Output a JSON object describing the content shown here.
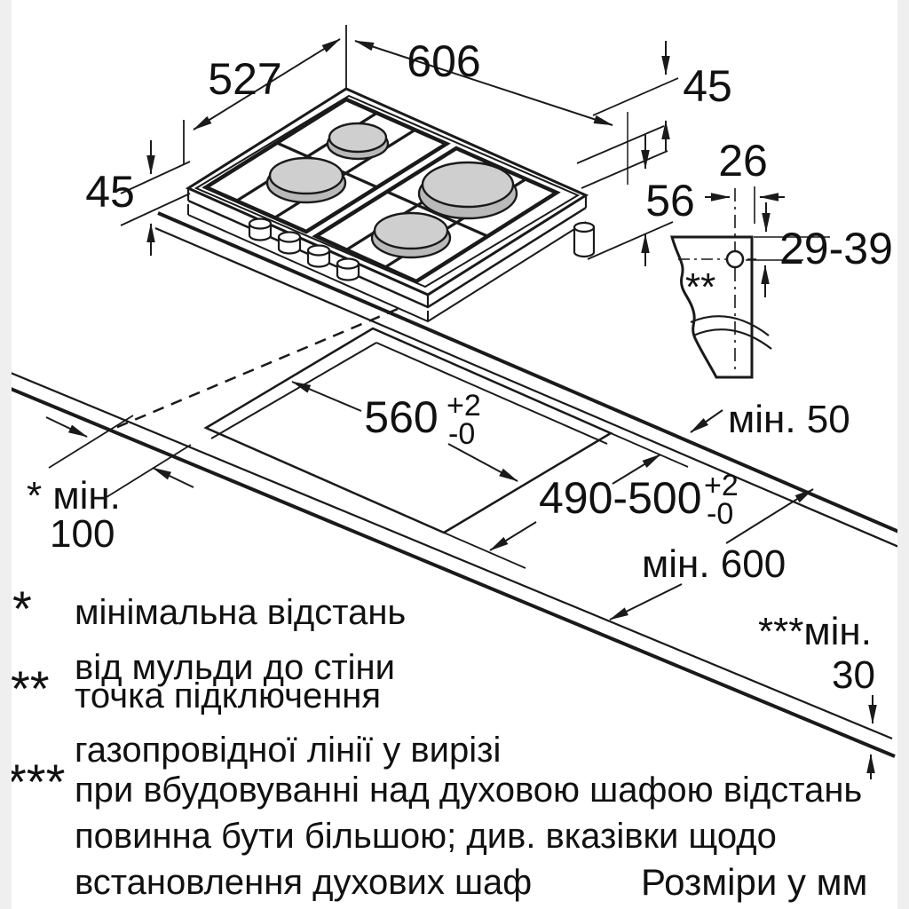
{
  "diagram": {
    "hob": {
      "dim_width": "606",
      "dim_depth": "527",
      "dim_height_left": "45",
      "dim_height_right": "45",
      "dim_total_height": "56"
    },
    "connection_detail": {
      "dim_offset": "26",
      "dim_range": "29-39",
      "marker": "**"
    },
    "cutout": {
      "dim_width": "560",
      "dim_width_tol_plus": "+2",
      "dim_width_tol_minus": "-0",
      "dim_depth": "490-500",
      "dim_depth_tol_plus": "+2",
      "dim_depth_tol_minus": "-0",
      "min_rear": "мін. 50",
      "min_worktop_depth": "мін. 600",
      "min_side_label": "* мін.",
      "min_side_value": "100",
      "min_oven_label": "***мін.",
      "min_oven_value": "30"
    },
    "footnotes": [
      {
        "symbol": "*",
        "line1": "мінімальна відстань",
        "line2": "від мульди до стіни"
      },
      {
        "symbol": "**",
        "line1": "точка підключення",
        "line2": "газопровідної лінії у вирізі"
      },
      {
        "symbol": "***",
        "line1": "при вбудовуванні над духовою шафою відстань",
        "line2": "повинна бути більшою; див. вказівки щодо",
        "line3": "встановлення духових шаф"
      }
    ],
    "units_note": "Розміри у мм"
  }
}
